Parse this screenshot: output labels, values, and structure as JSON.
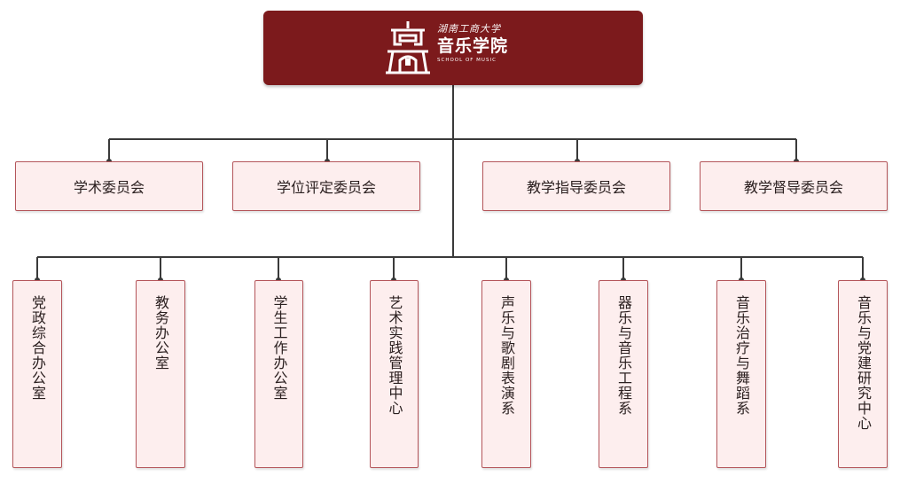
{
  "root": {
    "university": "湖南工商大学",
    "name": "音乐学院",
    "subtitle": "SCHOOL OF MUSIC"
  },
  "committees": [
    {
      "label": "学术委员会"
    },
    {
      "label": "学位评定委员会"
    },
    {
      "label": "教学指导委员会"
    },
    {
      "label": "教学督导委员会"
    }
  ],
  "departments": [
    {
      "label": "党政综合办公室"
    },
    {
      "label": "教务办公室"
    },
    {
      "label": "学生工作办公室"
    },
    {
      "label": "艺术实践管理中心"
    },
    {
      "label": "声乐与歌剧表演系"
    },
    {
      "label": "器乐与音乐工程系"
    },
    {
      "label": "音乐治疗与舞蹈系"
    },
    {
      "label": "音乐与党建研究中心"
    }
  ],
  "colors": {
    "root_fill": "#7c1a1c",
    "box_fill": "#fdeeee",
    "box_border": "#b4555a",
    "connector": "#3a3a3a"
  }
}
